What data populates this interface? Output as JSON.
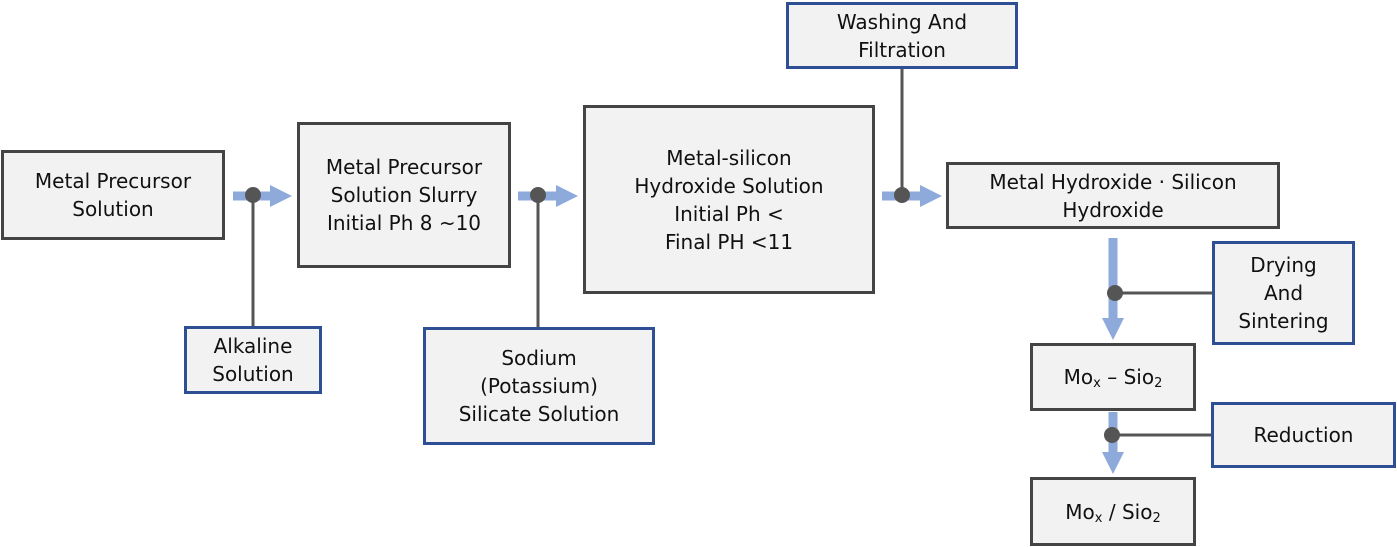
{
  "colors": {
    "process_border": "#444444",
    "input_border": "#2f4f94",
    "arrow": "#8eaadb",
    "connector": "#555555",
    "box_fill": "#f2f2f2"
  },
  "boxes": {
    "metal_precursor_solution": [
      "Metal Precursor",
      "Solution"
    ],
    "precursor_slurry": [
      "Metal Precursor",
      "Solution Slurry",
      "Initial  Ph 8 ~10"
    ],
    "metal_silicon_hydroxide": [
      "Metal-silicon",
      "Hydroxide Solution",
      "Initial Ph <",
      "Final PH <11"
    ],
    "metal_hydroxide": [
      "Metal Hydroxide · Silicon",
      "Hydroxide"
    ],
    "mox_sio2_dash": {
      "a": "Mo",
      "a_sub": "x",
      "sep": " – ",
      "b": "Sio",
      "b_sub": "2"
    },
    "mox_sio2_slash": {
      "a": "Mo",
      "a_sub": "x",
      "sep": " / ",
      "b": "Sio",
      "b_sub": "2"
    }
  },
  "inputs": {
    "alkaline_solution": [
      "Alkaline",
      "Solution"
    ],
    "sodium_silicate": [
      "Sodium",
      "(Potassium)",
      "Silicate Solution"
    ],
    "washing_filtration": [
      "Washing And",
      "Filtration"
    ],
    "drying_sintering": [
      "Drying",
      "And",
      "Sintering"
    ],
    "reduction": [
      "Reduction"
    ]
  }
}
